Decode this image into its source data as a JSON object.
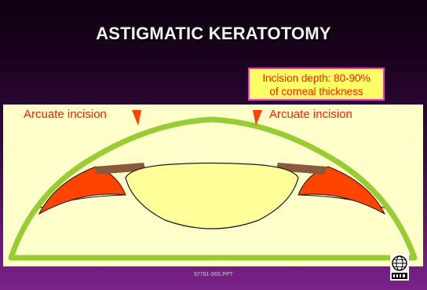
{
  "slide": {
    "title": "ASTIGMATIC KERATOTOMY",
    "callout": {
      "line1": "Incision depth: 80-90%",
      "line2": "of corneal thickness"
    },
    "labels": {
      "left_incision": "Arcuate incision",
      "right_incision": "Arcuate incision"
    },
    "footer_id": "97781-66S.PPT"
  },
  "colors": {
    "cornea": "#99cc33",
    "incision": "#ff4400",
    "iris": "#8b5a3c",
    "lens": "#ffff99",
    "panel": "#ffffcc",
    "callout_border": "#ff33cc",
    "callout_fill": "#ffff66",
    "label_text": "#ff2200"
  },
  "logo": {
    "icon": "globe-icon"
  }
}
